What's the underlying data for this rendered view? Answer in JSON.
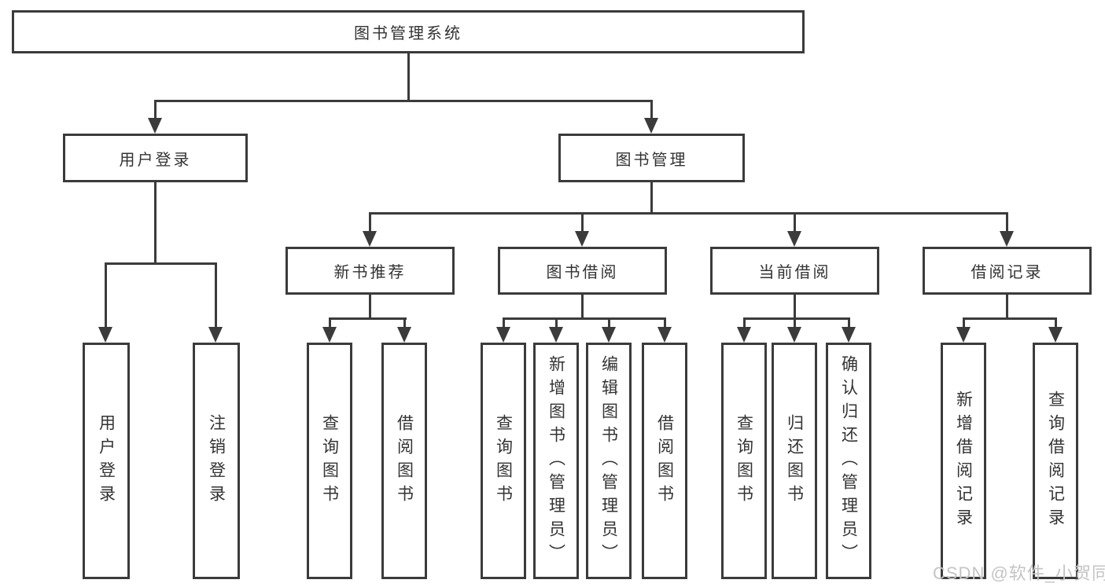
{
  "tree": {
    "label": "图书管理系统",
    "children": [
      {
        "label": "用户登录",
        "children": [
          {
            "label": "用户登录"
          },
          {
            "label": "注销登录"
          }
        ]
      },
      {
        "label": "图书管理",
        "children": [
          {
            "label": "新书推荐",
            "children": [
              {
                "label": "查询图书"
              },
              {
                "label": "借阅图书"
              }
            ]
          },
          {
            "label": "图书借阅",
            "children": [
              {
                "label": "查询图书"
              },
              {
                "label": "新增图书（管理员）"
              },
              {
                "label": "编辑图书（管理员）"
              },
              {
                "label": "借阅图书"
              }
            ]
          },
          {
            "label": "当前借阅",
            "children": [
              {
                "label": "查询图书"
              },
              {
                "label": "归还图书"
              },
              {
                "label": "确认归还（管理员）"
              }
            ]
          },
          {
            "label": "借阅记录",
            "children": [
              {
                "label": "新增借阅记录"
              },
              {
                "label": "查询借阅记录"
              }
            ]
          }
        ]
      }
    ]
  },
  "watermark": {
    "text": "CSDN @软件_小贺同学"
  },
  "colors": {
    "line": "#3b3b3b",
    "text": "#333333",
    "watermark": "#c4c4c4",
    "background": "#ffffff"
  }
}
